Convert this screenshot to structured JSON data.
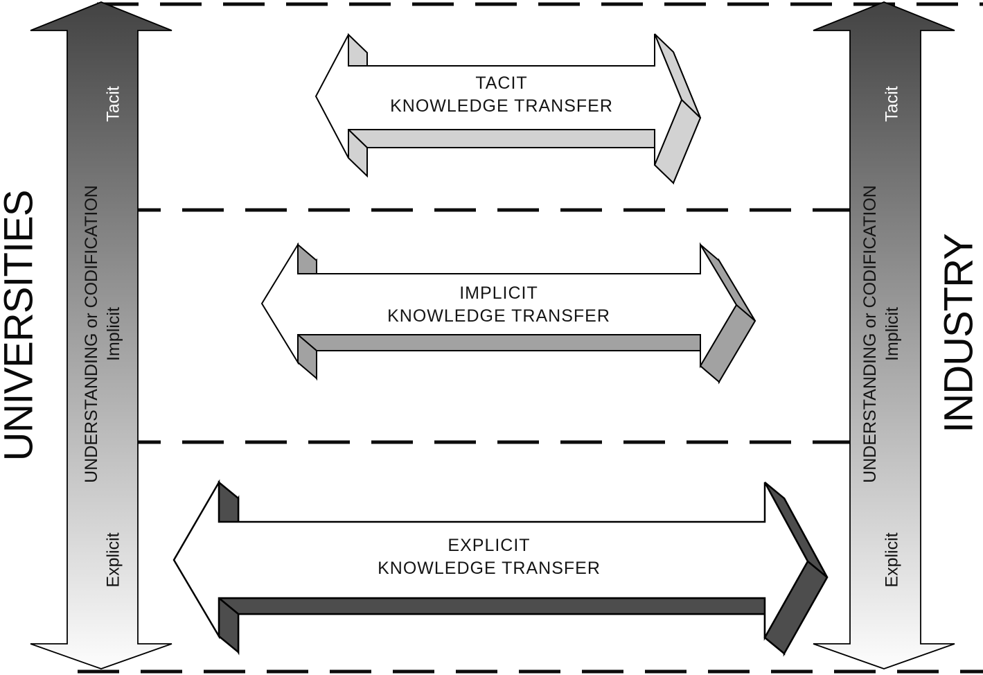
{
  "diagram": {
    "left_entity": "UNIVERSITIES",
    "right_entity": "INDUSTRY",
    "axis_label": "UNDERSTANDING or CODIFICATION",
    "levels": {
      "top": "Tacit",
      "middle": "Implicit",
      "bottom": "Explicit"
    },
    "transfer_arrows": [
      {
        "id": "tacit",
        "line1": "TACIT",
        "line2": "KNOWLEDGE TRANSFER"
      },
      {
        "id": "implicit",
        "line1": "IMPLICIT",
        "line2": "KNOWLEDGE TRANSFER"
      },
      {
        "id": "explicit",
        "line1": "EXPLICIT",
        "line2": "KNOWLEDGE TRANSFER"
      }
    ],
    "colors": {
      "gradient_top": "#434343",
      "gradient_bottom": "#fdfdfd",
      "tacit_bevel": "#d2d2d2",
      "implicit_bevel": "#a2a2a2",
      "explicit_bevel": "#4d4d4d",
      "face": "#ffffff",
      "outline": "#000000"
    }
  }
}
